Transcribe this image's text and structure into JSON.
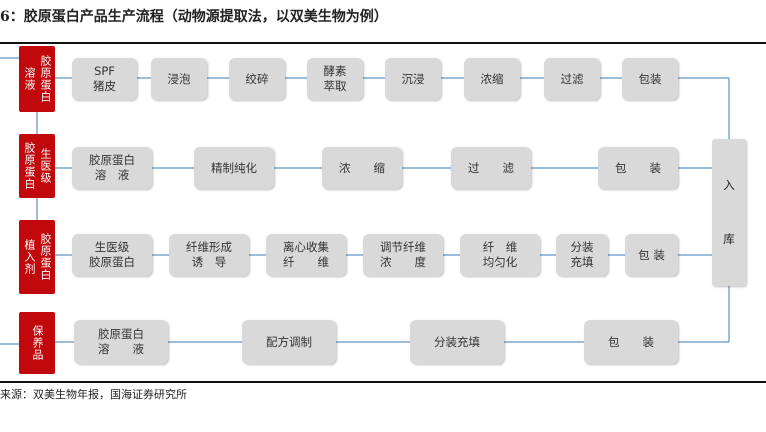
{
  "title": "6：胶原蛋白产品生产流程（动物源提取法，以双美生物为例）",
  "source": "来源：双美生物年报，国海证券研究所",
  "colors": {
    "category": "#c0080d",
    "box": "#d9d9d9",
    "line": "#3b7bb8"
  },
  "categories": [
    {
      "cols": [
        "溶液",
        "胶原蛋白"
      ]
    },
    {
      "cols": [
        "胶原蛋白",
        "生医级"
      ]
    },
    {
      "cols": [
        "植入剂",
        "胶原蛋白"
      ]
    },
    {
      "cols": [
        "保养品"
      ]
    }
  ],
  "rows": [
    [
      "SPF\n猪皮",
      "浸泡",
      "绞碎",
      "酵素\n萃取",
      "沉浸",
      "浓缩",
      "过滤",
      "包装"
    ],
    [
      "胶原蛋白\n溶　液",
      "精制纯化",
      "浓　　缩",
      "过　　滤",
      "包　　装"
    ],
    [
      "生医级\n胶原蛋白",
      "纤维形成\n诱　导",
      "离心收集\n纤　　维",
      "调节纤维\n浓　　度",
      "纤　维\n均匀化",
      "分装\n充填",
      "包 装"
    ],
    [
      "胶原蛋白\n溶　　液",
      "配方调制",
      "分装充填",
      "包　　装"
    ]
  ],
  "storage": {
    "chars": [
      "入",
      "库"
    ]
  }
}
